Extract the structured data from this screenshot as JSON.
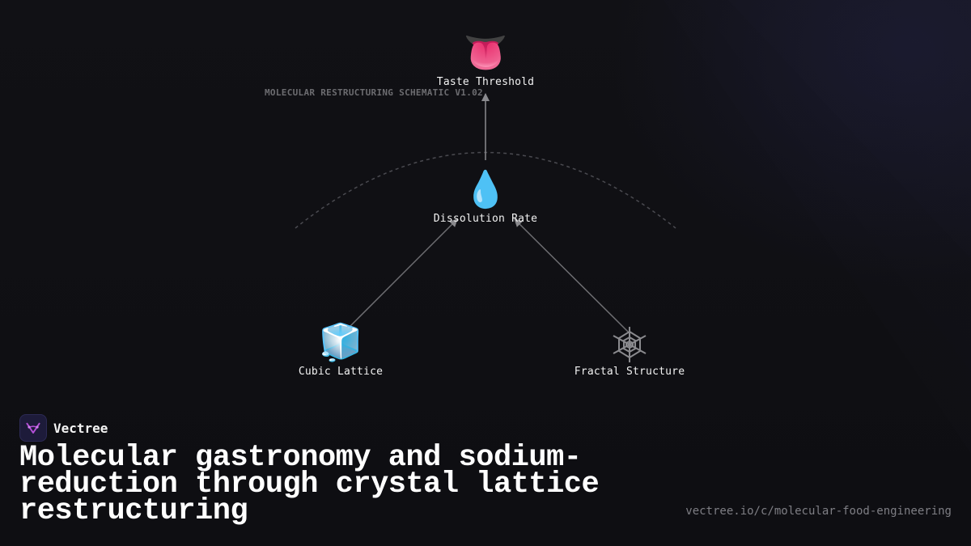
{
  "diagram": {
    "schematic_label": "MOLECULAR RESTRUCTURING SCHEMATIC V1.02",
    "nodes": {
      "taste_threshold": {
        "label": "Taste Threshold",
        "icon": "tongue-icon",
        "glyph": "👅"
      },
      "dissolution_rate": {
        "label": "Dissolution Rate",
        "icon": "droplet-icon",
        "glyph": "💧"
      },
      "cubic_lattice": {
        "label": "Cubic Lattice",
        "icon": "ice-cube-icon",
        "glyph": "🧊"
      },
      "fractal_structure": {
        "label": "Fractal Structure",
        "icon": "spider-web-icon",
        "glyph": "🕸"
      }
    },
    "edges": [
      {
        "from": "Cubic Lattice",
        "to": "Dissolution Rate"
      },
      {
        "from": "Fractal Structure",
        "to": "Dissolution Rate"
      },
      {
        "from": "Dissolution Rate",
        "to": "Taste Threshold"
      }
    ]
  },
  "brand": {
    "name": "Vectree",
    "icon": "vectree-logo-icon"
  },
  "headline": "Molecular gastronomy and sodium-reduction through crystal lattice restructuring",
  "footer_url": "vectree.io/c/molecular-food-engineering",
  "colors": {
    "background": "#0f0f13",
    "text": "#ffffff",
    "muted": "#7e7e84",
    "edge": "#8a8a8e",
    "brand_accent": "#b34fd6"
  }
}
